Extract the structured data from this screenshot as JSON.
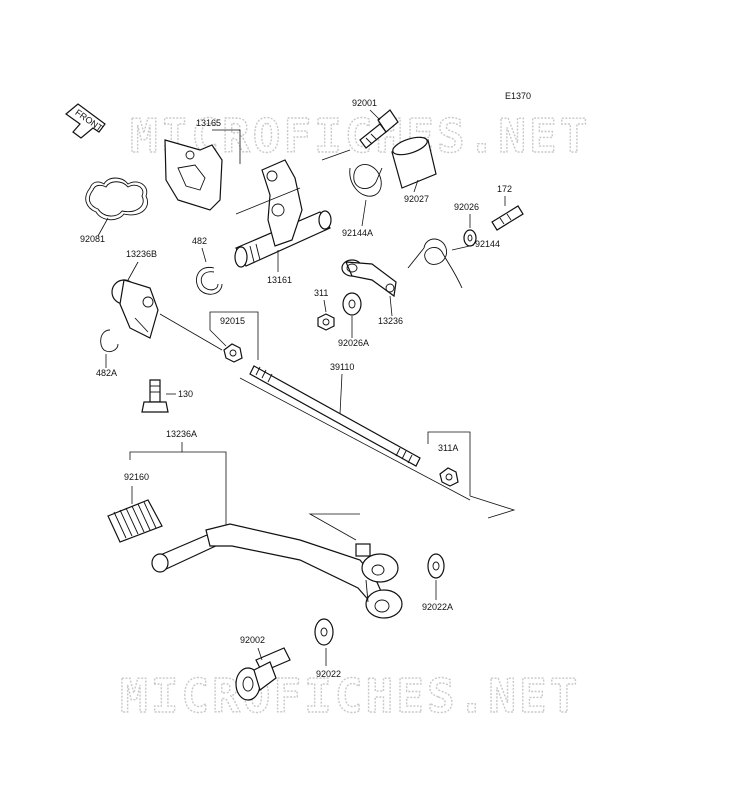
{
  "diagram": {
    "code": "E1370",
    "front_label": "FRONT",
    "watermark": "MICROFICHES.NET",
    "parts": {
      "p92001": "92001",
      "p13165": "13165",
      "p92027": "92027",
      "p172": "172",
      "p92026": "92026",
      "p92144A": "92144A",
      "p92081": "92081",
      "p482": "482",
      "p13161": "13161",
      "p13236B": "13236B",
      "p92144": "92144",
      "p311": "311",
      "p13236": "13236",
      "p92015": "92015",
      "p92026A": "92026A",
      "p482A": "482A",
      "p39110": "39110",
      "p130": "130",
      "p13236A": "13236A",
      "p311A": "311A",
      "p92160": "92160",
      "p92022A": "92022A",
      "p92002": "92002",
      "p92022": "92022"
    }
  }
}
